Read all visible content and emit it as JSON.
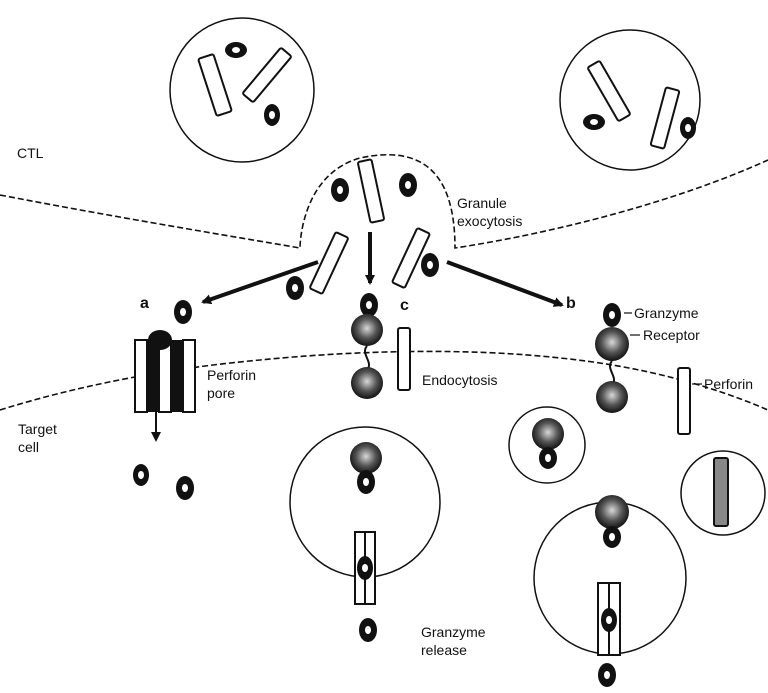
{
  "labels": {
    "ctl": "CTL",
    "target_line1": "Target",
    "target_line2": "cell",
    "granule_line1": "Granule",
    "granule_line2": "exocytosis",
    "path_a": "a",
    "path_b": "b",
    "path_c": "c",
    "perforin_pore_line1": "Perforin",
    "perforin_pore_line2": "pore",
    "endocytosis": "Endocytosis",
    "granzyme": "Granzyme",
    "receptor": "Receptor",
    "perforin": "Perforin",
    "granzyme_release_line1": "Granzyme",
    "granzyme_release_line2": "release"
  },
  "colors": {
    "ink": "#111111",
    "paper": "#ffffff",
    "receptor_highlight": "#cccccc"
  }
}
